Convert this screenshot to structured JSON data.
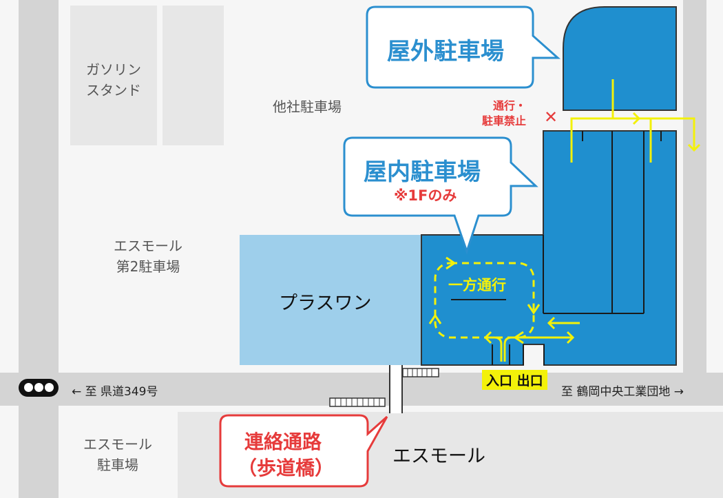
{
  "areas": {
    "gas_station": [
      "ガソリン",
      "スタンド"
    ],
    "other_parking": "他社駐車場",
    "small_2nd_parking": [
      "エスモール",
      "第2駐車場"
    ],
    "plaza_one": "プラスワン",
    "small_parking": [
      "エスモール",
      "駐車場"
    ],
    "small_mall": "エスモール"
  },
  "road": {
    "west": "← 至 県道349号",
    "east": "至 鶴岡中央工業団地 →"
  },
  "callouts": {
    "outdoor": "屋外駐車場",
    "indoor": "屋内駐車場",
    "indoor_note": "※1Fのみ",
    "bridge_1": "連絡通路",
    "bridge_2": "（歩道橋）"
  },
  "signs": {
    "no_entry_1": "通行・",
    "no_entry_2": "駐車禁止",
    "no_entry_mark": "✕",
    "one_way": "一方通行",
    "entrance_exit": "入口 出口"
  },
  "colors": {
    "building_blue": "#1f8fcf",
    "plaza_blue": "#9ecfeb",
    "arrow_yellow": "#f3f10a",
    "callout_blue": "#2b8fcf",
    "callout_red": "#e63b3b",
    "road_gray": "#d4d4d4",
    "block_gray": "#e7e7e7"
  },
  "icons": {
    "traffic_light": "traffic-light-icon"
  }
}
